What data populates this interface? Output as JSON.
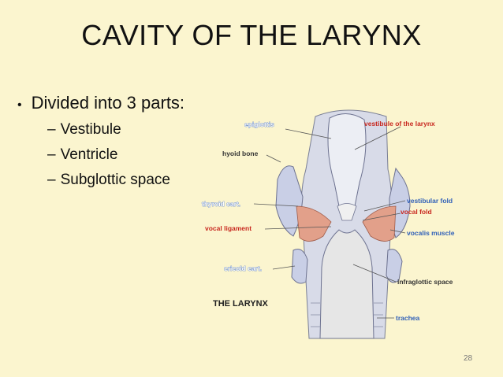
{
  "slide": {
    "title": "CAVITY OF THE LARYNX",
    "bullet": "Divided into 3 parts:",
    "sub_items": [
      "Vestibule",
      "Ventricle",
      "Subglottic space"
    ],
    "dash": "–",
    "page_number": "28"
  },
  "diagram": {
    "caption": "THE LARYNX",
    "labels": {
      "epiglottis": "epiglottis",
      "vestibule": "vestibule of the larynx",
      "hyoid_bone": "hyoid bone",
      "thyroid_cart": "thyroid cart.",
      "vestibular_fold": "vestibular fold",
      "vocal_fold": "vocal fold",
      "vocal_ligament": "vocal ligament",
      "vocalis_muscle": "vocalis muscle",
      "cricoid_cart": "cricoid cart.",
      "infraglottic_space": "infraglottic space",
      "trachea": "trachea"
    },
    "colors": {
      "background": "#fbf5cf",
      "label_blue": "#2f5fb8",
      "label_red": "#c8281f",
      "cartilage": "#c9cfe6",
      "muscle": "#e2a08a",
      "lumen": "#e6e6e6"
    }
  }
}
